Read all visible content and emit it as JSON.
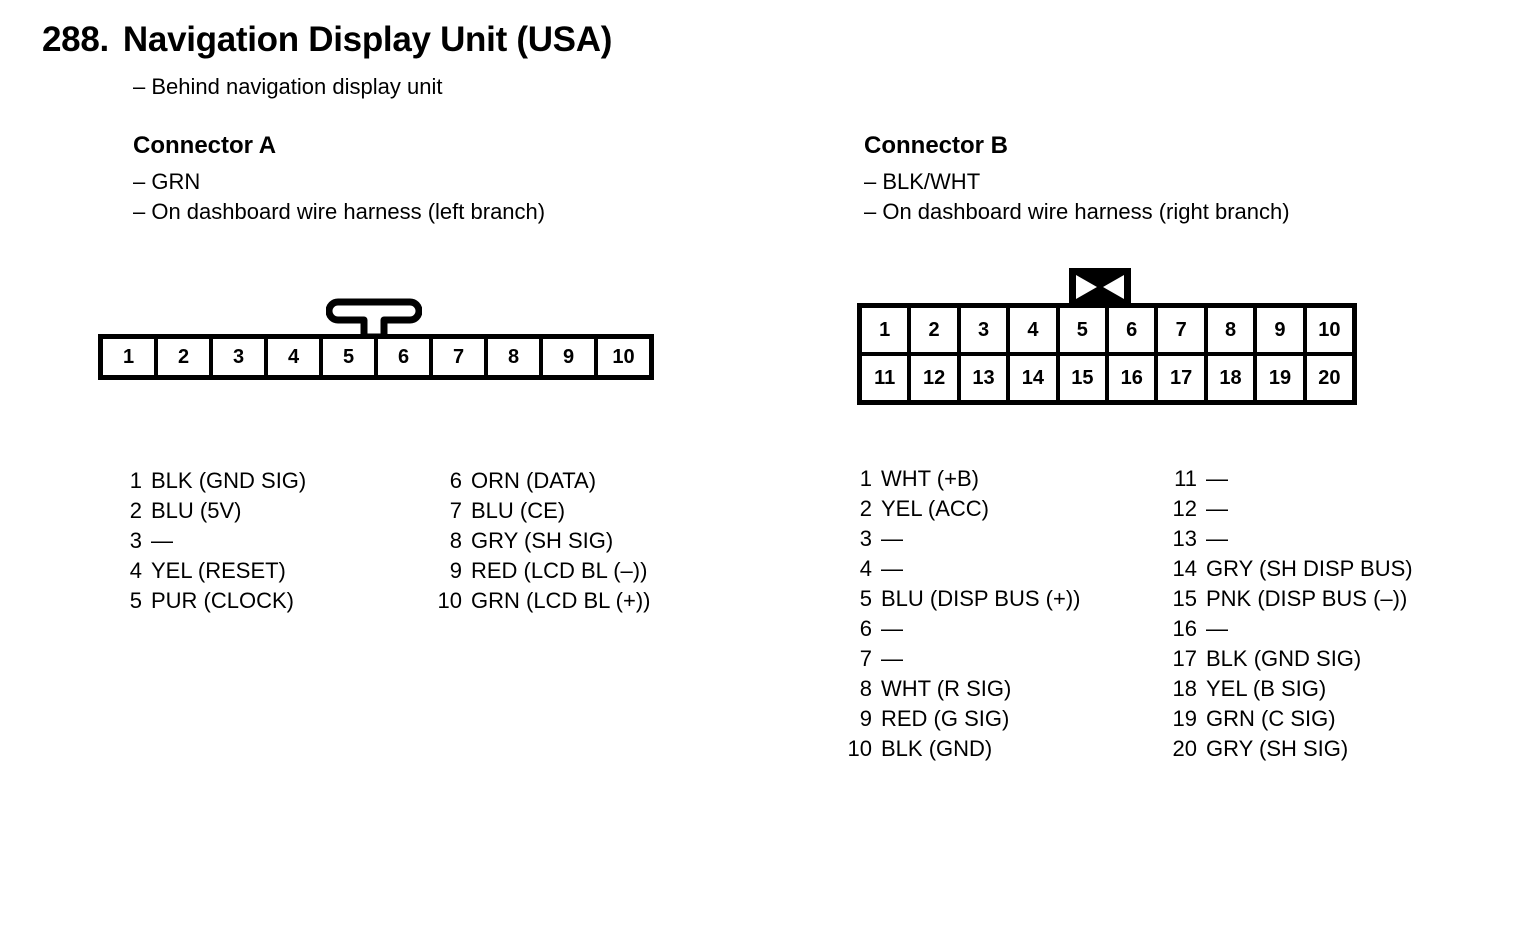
{
  "header": {
    "number": "288.",
    "title": "Navigation Display Unit (USA)",
    "subtitle": "– Behind navigation display unit"
  },
  "connector_a": {
    "heading": "Connector A",
    "note_color": "– GRN",
    "note_location": "– On dashboard wire harness (left branch)",
    "tab_type": "t-latch",
    "pin_cells": [
      "1",
      "2",
      "3",
      "4",
      "5",
      "6",
      "7",
      "8",
      "9",
      "10"
    ],
    "pins_left": [
      {
        "num": "1",
        "desc": "BLK (GND SIG)"
      },
      {
        "num": "2",
        "desc": "BLU (5V)"
      },
      {
        "num": "3",
        "desc": "—"
      },
      {
        "num": "4",
        "desc": "YEL (RESET)"
      },
      {
        "num": "5",
        "desc": "PUR (CLOCK)"
      }
    ],
    "pins_right": [
      {
        "num": "6",
        "desc": "ORN (DATA)"
      },
      {
        "num": "7",
        "desc": "BLU (CE)"
      },
      {
        "num": "8",
        "desc": "GRY (SH SIG)"
      },
      {
        "num": "9",
        "desc": "RED (LCD BL (–))"
      },
      {
        "num": "10",
        "desc": "GRN (LCD BL (+))"
      }
    ]
  },
  "connector_b": {
    "heading": "Connector B",
    "note_color": "– BLK/WHT",
    "note_location": "– On dashboard wire harness (right branch)",
    "tab_type": "bowtie-latch",
    "pin_cells_top": [
      "1",
      "2",
      "3",
      "4",
      "5",
      "6",
      "7",
      "8",
      "9",
      "10"
    ],
    "pin_cells_bottom": [
      "11",
      "12",
      "13",
      "14",
      "15",
      "16",
      "17",
      "18",
      "19",
      "20"
    ],
    "pins_left": [
      {
        "num": "1",
        "desc": "WHT (+B)"
      },
      {
        "num": "2",
        "desc": "YEL (ACC)"
      },
      {
        "num": "3",
        "desc": "—"
      },
      {
        "num": "4",
        "desc": "—"
      },
      {
        "num": "5",
        "desc": "BLU (DISP BUS (+))"
      },
      {
        "num": "6",
        "desc": "—"
      },
      {
        "num": "7",
        "desc": "—"
      },
      {
        "num": "8",
        "desc": "WHT (R SIG)"
      },
      {
        "num": "9",
        "desc": "RED (G SIG)"
      },
      {
        "num": "10",
        "desc": "BLK (GND)"
      }
    ],
    "pins_right": [
      {
        "num": "11",
        "desc": "—"
      },
      {
        "num": "12",
        "desc": "—"
      },
      {
        "num": "13",
        "desc": "—"
      },
      {
        "num": "14",
        "desc": "GRY (SH DISP BUS)"
      },
      {
        "num": "15",
        "desc": "PNK (DISP BUS (–))"
      },
      {
        "num": "16",
        "desc": "—"
      },
      {
        "num": "17",
        "desc": "BLK (GND SIG)"
      },
      {
        "num": "18",
        "desc": "YEL (B SIG)"
      },
      {
        "num": "19",
        "desc": "GRN (C SIG)"
      },
      {
        "num": "20",
        "desc": "GRY (SH SIG)"
      }
    ]
  },
  "colors": {
    "ink": "#000000",
    "paper": "#ffffff"
  }
}
